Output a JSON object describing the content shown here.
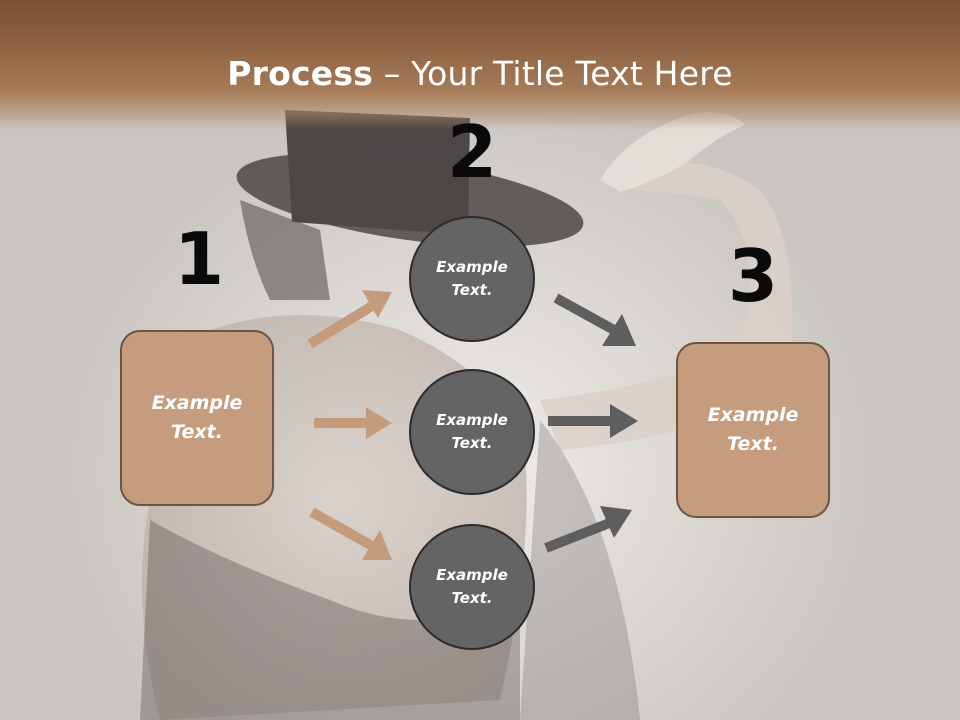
{
  "title": {
    "bold": "Process",
    "rest": " – Your Title Text Here"
  },
  "step_numbers": [
    "1",
    "2",
    "3"
  ],
  "left_box": {
    "label": "Example\nText."
  },
  "right_box": {
    "label": "Example\nText."
  },
  "circles": [
    {
      "label": "Example\nText."
    },
    {
      "label": "Example\nText."
    },
    {
      "label": "Example\nText."
    }
  ],
  "colors": {
    "header": "#8e6343",
    "box_fill": "#c59d7e",
    "box_border": "#6e5443",
    "circle_fill": "#646464",
    "circle_border": "#2b2b2b",
    "arrow_tan": "#c49c7c",
    "arrow_gray": "#5e5e5e"
  }
}
